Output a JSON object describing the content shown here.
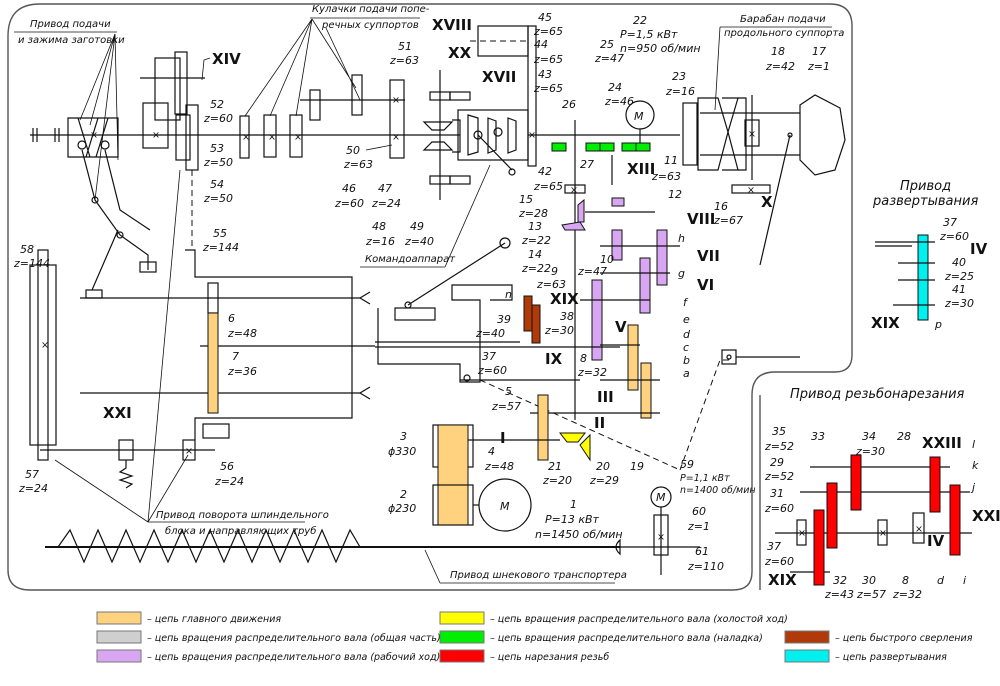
{
  "colors": {
    "main_motion": "#FFD27F",
    "dist_common": "#CFCFCF",
    "dist_working": "#D9A6F2",
    "dist_idle": "#FFFF00",
    "dist_setup": "#00EE00",
    "thread_cutting": "#FF0000",
    "fast_drilling": "#B03A0A",
    "reaming": "#00F0F0"
  },
  "titles": {
    "feed_clamp_1": "Привод подачи",
    "feed_clamp_2": "и зажима заготовки",
    "cams_1": "Кулачки подачи попе-",
    "cams_2": "речных суппортов",
    "drum_1": "Барабан подачи",
    "drum_2": "продольного суппорта",
    "command": "Командоаппарат",
    "spindle_turn_1": "Привод поворота шпиндельного",
    "spindle_turn_2": "блока и направляющих труб",
    "screw_conveyor": "Привод шнекового транспортера",
    "reaming_1": "Привод",
    "reaming_2": "развертывания",
    "threading": "Привод резьбонарезания"
  },
  "roman": {
    "XIV": "XIV",
    "XVIII": "XVIII",
    "XX": "XX",
    "XVII": "XVII",
    "XIII": "XIII",
    "VIII": "VIII",
    "VII": "VII",
    "VI": "VI",
    "V": "V",
    "X": "X",
    "XIX": "XIX",
    "IX": "IX",
    "III": "III",
    "II": "II",
    "I": "I",
    "XXI": "XXI",
    "IV": "IV",
    "XXIII": "XXIII",
    "XXII": "XXII",
    "XIX_r": "XIX",
    "IV_t": "IV",
    "XIX_t": "XIX"
  },
  "gears": {
    "g52": {
      "n": "52",
      "z": "z=60"
    },
    "g53": {
      "n": "53",
      "z": "z=50"
    },
    "g54": {
      "n": "54",
      "z": "z=50"
    },
    "g51": {
      "n": "51",
      "z": "z=63"
    },
    "g50": {
      "n": "50",
      "z": "z=63"
    },
    "g46": {
      "n": "46",
      "z": "z=60"
    },
    "g47": {
      "n": "47",
      "z": "z=24"
    },
    "g48": {
      "n": "48",
      "z": "z=16"
    },
    "g49": {
      "n": "49",
      "z": "z=40"
    },
    "g45": {
      "n": "45",
      "z": "z=65"
    },
    "g44": {
      "n": "44",
      "z": "z=65"
    },
    "g43": {
      "n": "43",
      "z": "z=65"
    },
    "g42": {
      "n": "42",
      "z": "z=65"
    },
    "g25": {
      "n": "25",
      "z": "z=47"
    },
    "g24": {
      "n": "24",
      "z": "z=46"
    },
    "g26": {
      "n": "26"
    },
    "g27": {
      "n": "27"
    },
    "g23": {
      "n": "23",
      "z": "z=16"
    },
    "m22": {
      "n": "22",
      "p": "P=1,5 кВт",
      "rpm": "n=950 об/мин"
    },
    "g18": {
      "n": "18",
      "z": "z=42"
    },
    "g17": {
      "n": "17",
      "z": "z=1"
    },
    "g11": {
      "n": "11",
      "z": "z=63"
    },
    "g12": {
      "n": "12"
    },
    "g16": {
      "n": "16",
      "z": "z=67"
    },
    "g15": {
      "n": "15",
      "z": "z=28"
    },
    "g13": {
      "n": "13",
      "z": "z=22"
    },
    "g14": {
      "n": "14",
      "z": "z=22"
    },
    "g10": {
      "n": "10",
      "z": "z=47"
    },
    "g9": {
      "n": "9",
      "z": "z=63"
    },
    "g8": {
      "n": "8",
      "z": "z=32"
    },
    "g39": {
      "n": "39",
      "z": "z=40"
    },
    "g38": {
      "n": "38",
      "z": "z=30"
    },
    "g37": {
      "n": "37",
      "z": "z=60"
    },
    "g5": {
      "n": "5",
      "z": "z=57"
    },
    "g4": {
      "n": "4",
      "z": "z=48"
    },
    "g21": {
      "n": "21",
      "z": "z=20"
    },
    "g20": {
      "n": "20",
      "z": "z=29"
    },
    "g19": {
      "n": "19"
    },
    "p3": {
      "n": "3",
      "d": "ϕ330"
    },
    "p2": {
      "n": "2",
      "d": "ϕ230"
    },
    "m1": {
      "n": "1",
      "p": "P=13 кВт",
      "rpm": "n=1450 об/мин"
    },
    "m59": {
      "n": "59",
      "p": "P=1,1 кВт",
      "rpm": "n=1400 об/мин"
    },
    "g60": {
      "n": "60",
      "z": "z=1"
    },
    "g61": {
      "n": "61",
      "z": "z=110"
    },
    "g58": {
      "n": "58",
      "z": "z=144"
    },
    "g55": {
      "n": "55",
      "z": "z=144"
    },
    "g6": {
      "n": "6",
      "z": "z=48"
    },
    "g7": {
      "n": "7",
      "z": "z=36"
    },
    "g57": {
      "n": "57",
      "z": "z=24"
    },
    "g56": {
      "n": "56",
      "z": "z=24"
    },
    "r37": {
      "n": "37",
      "z": "z=60"
    },
    "r40": {
      "n": "40",
      "z": "z=25"
    },
    "r41": {
      "n": "41",
      "z": "z=30"
    },
    "t35": {
      "n": "35",
      "z": "z=52"
    },
    "t33": {
      "n": "33"
    },
    "t34": {
      "n": "34",
      "z": "z=30"
    },
    "t28": {
      "n": "28"
    },
    "t29": {
      "n": "29",
      "z": "z=52"
    },
    "t31": {
      "n": "31",
      "z": "z=60"
    },
    "t37": {
      "n": "37",
      "z": "z=60"
    },
    "t32": {
      "n": "32",
      "z": "z=43"
    },
    "t30": {
      "n": "30",
      "z": "z=57"
    },
    "t8": {
      "n": "8",
      "z": "z=32"
    }
  },
  "letters": {
    "h": "h",
    "g": "g",
    "f": "f",
    "e": "e",
    "d": "d",
    "c": "c",
    "b": "b",
    "a": "a",
    "n": "n",
    "p": "p",
    "l": "l",
    "k": "k",
    "j": "j",
    "i": "i",
    "td": "d"
  },
  "motor_symbol": "M",
  "legend": [
    {
      "color_key": "main_motion",
      "label": "– цепь главного движения"
    },
    {
      "color_key": "dist_common",
      "label": "– цепь вращения распределительного вала (общая часть)"
    },
    {
      "color_key": "dist_working",
      "label": "– цепь вращения распределительного вала (рабочий ход)"
    },
    {
      "color_key": "dist_idle",
      "label": "– цепь вращения распределительного вала (холостой ход)"
    },
    {
      "color_key": "dist_setup",
      "label": "– цепь вращения распределительного вала (наладка)"
    },
    {
      "color_key": "thread_cutting",
      "label": "– цепь нарезания резьб"
    },
    {
      "color_key": "fast_drilling",
      "label": "– цепь быстрого сверления"
    },
    {
      "color_key": "reaming",
      "label": "– цепь развертывания"
    }
  ]
}
